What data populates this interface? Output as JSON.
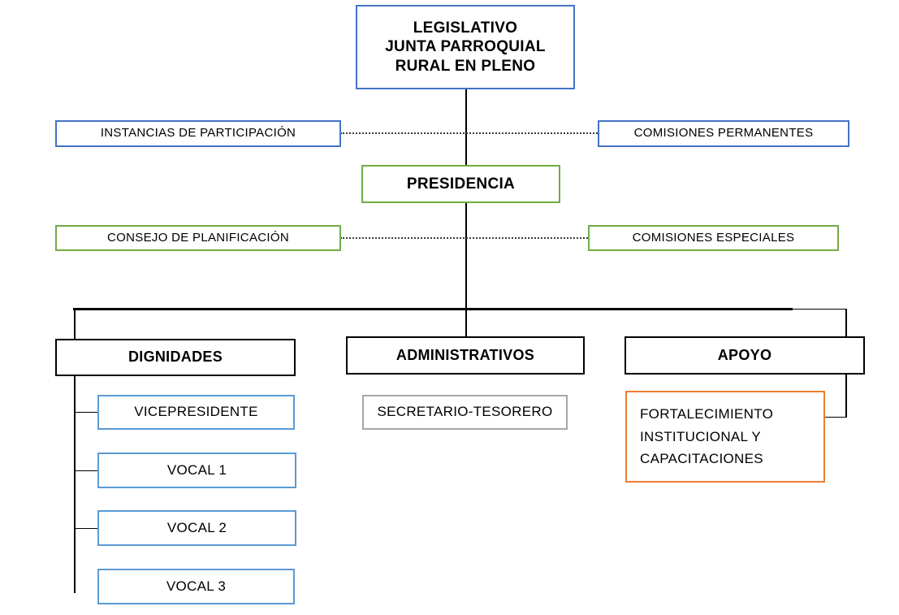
{
  "diagram": {
    "title": "Organigrama Junta Parroquial Rural",
    "colors": {
      "blue": "#4472C4",
      "blue_light": "#5B9BD5",
      "green": "#70AD47",
      "black": "#000000",
      "gray": "#A6A6A6",
      "orange": "#ED7D31"
    },
    "nodes": {
      "legislativo": {
        "line1": "LEGISLATIVO",
        "line2": "JUNTA PARROQUIAL",
        "line3": "RURAL EN PLENO",
        "border_color": "#4472C4"
      },
      "instancias_participacion": {
        "label": "INSTANCIAS DE PARTICIPACIÓN",
        "border_color": "#4472C4"
      },
      "comisiones_permanentes": {
        "label": "COMISIONES PERMANENTES",
        "border_color": "#4472C4"
      },
      "presidencia": {
        "label": "PRESIDENCIA",
        "border_color": "#70AD47"
      },
      "consejo_planificacion": {
        "label": "CONSEJO DE PLANIFICACIÓN",
        "border_color": "#70AD47"
      },
      "comisiones_especiales": {
        "label": "COMISIONES ESPECIALES",
        "border_color": "#70AD47"
      },
      "dignidades": {
        "label": "DIGNIDADES",
        "border_color": "#000000"
      },
      "administrativos": {
        "label": "ADMINISTRATIVOS",
        "border_color": "#000000"
      },
      "apoyo": {
        "label": "APOYO",
        "border_color": "#000000"
      },
      "vicepresidente": {
        "label": "VICEPRESIDENTE",
        "border_color": "#5B9BD5"
      },
      "vocal_1": {
        "label": "VOCAL 1",
        "border_color": "#5B9BD5"
      },
      "vocal_2": {
        "label": "VOCAL 2",
        "border_color": "#5B9BD5"
      },
      "vocal_3": {
        "label": "VOCAL 3",
        "border_color": "#5B9BD5"
      },
      "secretario_tesorero": {
        "label": "SECRETARIO-TESORERO",
        "border_color": "#A6A6A6"
      },
      "fortalecimiento": {
        "line1": "FORTALECIMIENTO",
        "line2": "INSTITUCIONAL   Y",
        "line3": "CAPACITACIONES",
        "border_color": "#ED7D31"
      }
    }
  }
}
